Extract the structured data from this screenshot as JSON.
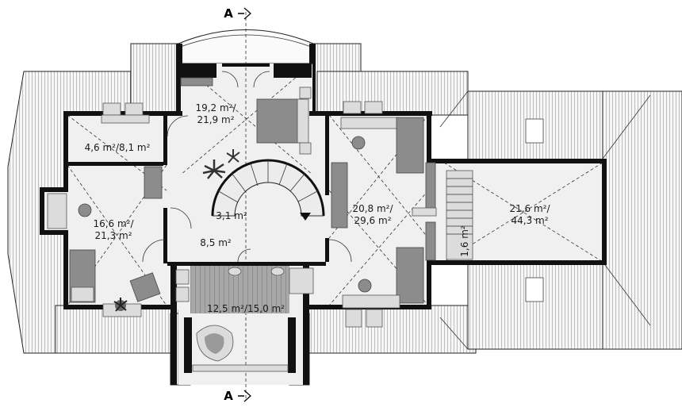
{
  "section_marks": [
    "A",
    "A"
  ],
  "rooms": [
    {
      "id": "bedroom-top",
      "lines": [
        "19,2 m²/",
        "21,9 m²"
      ]
    },
    {
      "id": "hall-left",
      "lines": [
        "4,6 m²/8,1 m²"
      ]
    },
    {
      "id": "bedroom-left",
      "lines": [
        "16,6 m²/",
        "21,3 m²"
      ]
    },
    {
      "id": "stairs",
      "lines": [
        "3,1 m²"
      ]
    },
    {
      "id": "corridor",
      "lines": [
        "8,5 m²"
      ]
    },
    {
      "id": "bathroom",
      "lines": [
        "12,5 m²/15,0 m²"
      ]
    },
    {
      "id": "bedroom-right",
      "lines": [
        "20,8 m²/",
        "29,6 m²"
      ]
    },
    {
      "id": "attic",
      "lines": [
        "21,6 m²/",
        "44,3 m²"
      ]
    },
    {
      "id": "attic-stair",
      "lines": [
        "1,6 m²"
      ]
    }
  ]
}
